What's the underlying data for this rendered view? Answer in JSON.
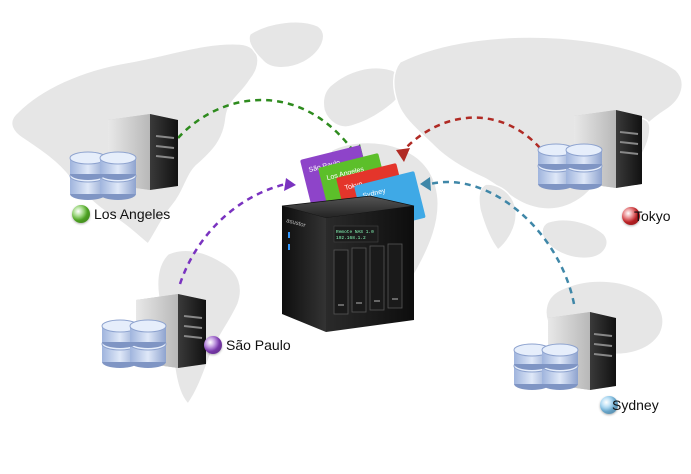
{
  "nodes": {
    "los_angeles": {
      "label": "Los Angeles",
      "color": "#5cbf2a",
      "arrow_color": "#2e8b1e"
    },
    "sao_paulo": {
      "label": "São Paulo",
      "color": "#8e44c9",
      "arrow_color": "#7a33c0"
    },
    "tokyo": {
      "label": "Tokyo",
      "color": "#d8262a",
      "arrow_color": "#b02a24"
    },
    "sydney": {
      "label": "Sydney",
      "color": "#7cc4ee",
      "arrow_color": "#3f87a8"
    }
  },
  "folders": [
    {
      "label": "São Paulo",
      "color": "#8e44c9"
    },
    {
      "label": "Los Angeles",
      "color": "#5cbf2a"
    },
    {
      "label": "Tokyo",
      "color": "#e4352b"
    },
    {
      "label": "Sydney",
      "color": "#3fa9e6"
    }
  ],
  "nas": {
    "brand": "asustor",
    "screen_text_1": "Remote NAS 1.0",
    "screen_text_2": "192.168.1.2"
  },
  "icons": {
    "server": "server-tower-icon",
    "database": "database-stack-icon",
    "map": "world-map"
  }
}
